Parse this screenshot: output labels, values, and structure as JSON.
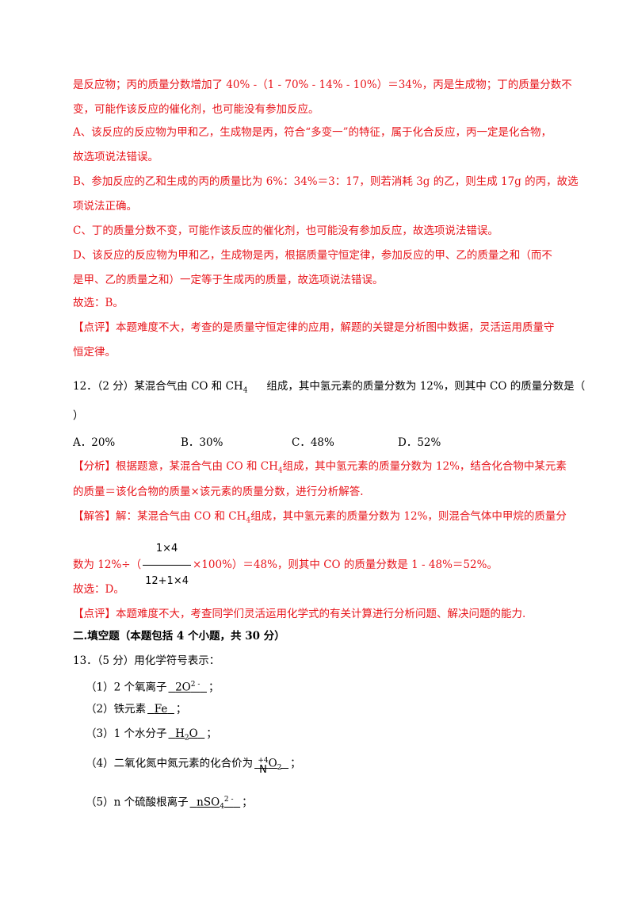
{
  "lines": {
    "l1": "是反应物；丙的质量分数增加了 40% -（1 - 70% - 14% - 10%）＝34%，丙是生成物；丁的质量分数不",
    "l2": "变，可能作该反应的催化剂，也可能没有参加反应。",
    "l3": "A、该反应的反应物为甲和乙，生成物是丙，符合“多变一”的特征，属于化合反应，丙一定是化合物，",
    "l4": "故选项说法错误。",
    "l5": "B、参加反应的乙和生成的丙的质量比为 6%：34%＝3：17，则若消耗 3g 的乙，则生成 17g 的丙，故选",
    "l6": "项说法正确。",
    "l7": "C、丁的质量分数不变，可能作该反应的催化剂，也可能没有参加反应，故选项说法错误。",
    "l8": "D、该反应的反应物为甲和乙，生成物是丙，根据质量守恒定律，参加反应的甲、乙的质量之和（而不",
    "l9": "是甲、乙的质量之和）一定等于生成丙的质量，故选项说法错误。",
    "l10": "故选：B。",
    "l11": "【点评】本题难度不大，考查的是质量守恒定律的应用，解题的关键是分析图中数据，灵活运用质量守",
    "l12": "恒定律。"
  },
  "q12": {
    "stem_a": "12．（2 分）某混合气由 CO 和 CH",
    "stem_sub": "4",
    "stem_b": "组成，其中氢元素的质量分数为 12%，则其中 CO 的质量分数是（",
    "stem_c": "）",
    "options": [
      "A．20%",
      "B．30%",
      "C．48%",
      "D．52%"
    ],
    "analysis_a": "【分析】根据题意，某混合气由 CO 和 CH",
    "analysis_sub": "4",
    "analysis_b": "组成，其中氢元素的质量分数为 12%，结合化合物中某元素",
    "analysis_c": "的质量＝该化合物的质量×该元素的质量分数，进行分析解答.",
    "answer_a": "【解答】解：某混合气由 CO 和 CH",
    "answer_sub": "4",
    "answer_b": "组成，其中氢元素的质量分数为 12%，则混合气体中甲烷的质量分",
    "answer_c_pre": "数为 12%÷（",
    "frac_num": "1×4",
    "frac_den": "12+1×4",
    "answer_c_post": "×100%）＝48%，则其中 CO 的质量分数是 1 - 48%＝52%。",
    "choice": "故选：D。",
    "comment": "【点评】本题难度不大，考查同学们灵活运用化学式的有关计算进行分析问题、解决问题的能力."
  },
  "section2": "二.填空题（本题包括 4 个小题，共 30 分）",
  "q13": {
    "stem": "13．（5 分）用化学符号表示：",
    "items": [
      {
        "label": "（1）2 个氧离子",
        "ans": "2O",
        "sup": "2 -",
        "end": "；"
      },
      {
        "label": "（2）铁元素",
        "ans": "Fe",
        "end": "；"
      },
      {
        "label": "（3）1 个水分子",
        "ans": "H",
        "sub": "2",
        "ans2": "O",
        "end": "；"
      },
      {
        "label": "（4）二氧化氮中氮元素的化合价为",
        "sup": "+4",
        "ans": "O",
        "sub": "2",
        "under": "N",
        "end": "；"
      },
      {
        "label": "（5）n 个硫酸根离子",
        "ans": "nSO",
        "sub": "4",
        "sup": "2 -",
        "end": "；"
      }
    ]
  }
}
